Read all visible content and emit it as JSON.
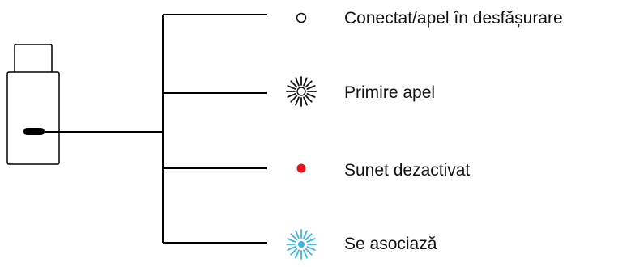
{
  "legend": {
    "items": [
      {
        "label": "Conectat/apel în desfășurare",
        "icon": "hollow-circle-icon",
        "color": "#111111"
      },
      {
        "label": "Primire apel",
        "icon": "burst-circle-icon",
        "color": "#111111"
      },
      {
        "label": "Sunet dezactivat",
        "icon": "solid-dot-icon",
        "color": "#e8141d"
      },
      {
        "label": "Se asociază",
        "icon": "burst-dot-icon",
        "color": "#3ab4e6"
      }
    ]
  },
  "colors": {
    "line": "#000000",
    "device_fill": "#ffffff",
    "indicator": "#000000"
  }
}
